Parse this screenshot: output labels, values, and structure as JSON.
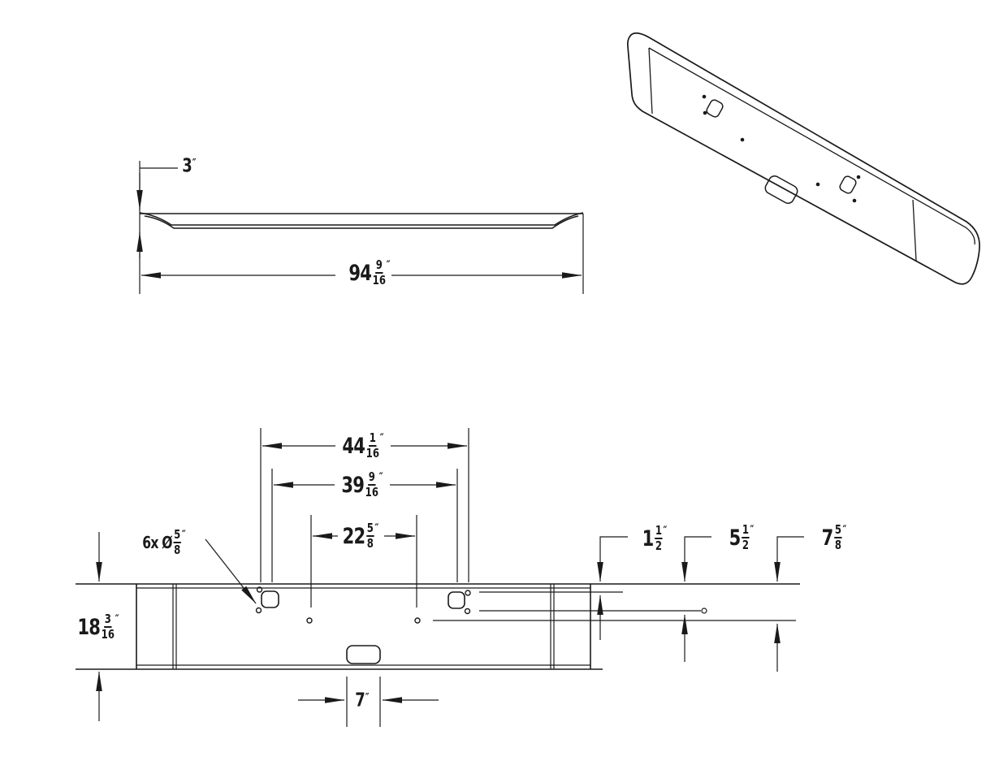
{
  "page": {
    "background_color": "#ffffff",
    "line_color": "#1a1a1a",
    "description": "Technical drawing of a truck front bumper: top profile view, isometric view, and front elevation with hole locations"
  },
  "dims": {
    "end_rise": {
      "whole": "3",
      "unit": "″"
    },
    "overall_width": {
      "whole": "94",
      "num": "9",
      "den": "16",
      "unit": "″"
    },
    "hole_callout": {
      "prefix": "6x Ø",
      "num": "5",
      "den": "8",
      "unit": "″"
    },
    "span_outer": {
      "whole": "44",
      "num": "1",
      "den": "16",
      "unit": "″"
    },
    "span_square": {
      "whole": "39",
      "num": "9",
      "den": "16",
      "unit": "″"
    },
    "span_center": {
      "whole": "22",
      "num": "5",
      "den": "8",
      "unit": "″"
    },
    "height": {
      "whole": "18",
      "num": "3",
      "den": "16",
      "unit": "″"
    },
    "offset_top": {
      "whole": "1",
      "num": "1",
      "den": "2",
      "unit": "″"
    },
    "offset_mid": {
      "whole": "5",
      "num": "1",
      "den": "2",
      "unit": "″"
    },
    "offset_low": {
      "whole": "7",
      "num": "5",
      "den": "8",
      "unit": "″"
    },
    "plate_width": {
      "whole": "7",
      "unit": "″"
    }
  }
}
